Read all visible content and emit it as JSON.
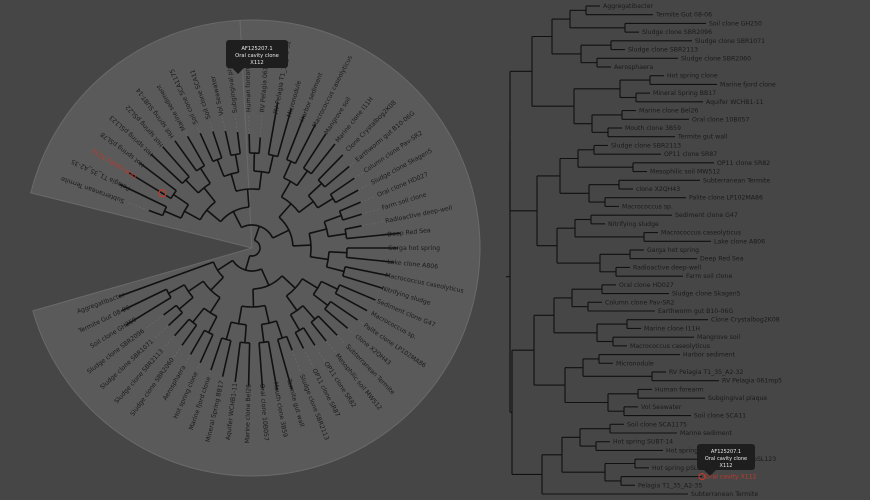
{
  "radial_tree": {
    "leaves": [
      "Subterranean Termite",
      "Pelagia T1_35_A2-35",
      "Oral cavity X112",
      "Hot spring pSL78",
      "Hot spring pSL123",
      "Hot spring pSL22",
      "Hot spring SUBT-14",
      "Marine sediment",
      "Soil clone SCA1175",
      "Soil clone SCA11",
      "Vol Seawater",
      "Subgingival plaque",
      "Human forearm",
      "RV Pelagia 061mp5",
      "RV Pelagia T1_35_A2-32",
      "Micronodule",
      "Harbor sediment",
      "Macrococcus caseolyticus",
      "Mangrove soil",
      "Marine clone I11H",
      "Clone Crystalbog2K08",
      "Earthworm gut B10-06G",
      "Column clone Pav-SR2",
      "Sludge clone Skagen5",
      "Oral clone HD027",
      "Farm soil clone",
      "Radioactive deep-well",
      "Deep Red Sea",
      "Garga hot spring",
      "Lake clone A806",
      "Macrococcus caseolyticus",
      "Nitrifying sludge",
      "Sediment clone G47",
      "Macrococcus sp.",
      "Palite clone LP102MA86",
      "clone X2QH43",
      "Subterranean Termite",
      "Mesophilic soil MW512",
      "OP11 clone SR82",
      "OP11 clone SR87",
      "Sludge clone SBR2113",
      "Termite gut wall",
      "Mouth clone 3B59",
      "Oral clone 10B057",
      "Marine clone Bel26",
      "Aquifer WCHB1-11",
      "Mineral Spring BB17",
      "Marine fjord clone",
      "Hot spring clone",
      "Aerosphaera",
      "Sludge clone SBR2060",
      "Sludge clone SBR2113",
      "Sludge clone SBR1071",
      "Sludge clone SBR2096",
      "Soil clone GH250",
      "Termite Gut 08-06",
      "Aggregatibacter"
    ],
    "highlight_leaf": "Oral cavity X112",
    "tooltip": {
      "line1": "AF125207.1",
      "line2": "Oral cavity clone",
      "line3": "X112"
    }
  },
  "rect_tree": {
    "leaves": [
      "Aggregatibacter",
      "Termite Gut 08-06",
      "Soil clone GH250",
      "Sludge clone SBR2096",
      "Sludge clone SBR1071",
      "Sludge clone SBR2113",
      "Sludge clone SBR2060",
      "Aerosphaera",
      "Hot spring clone",
      "Marine fjord clone",
      "Mineral Spring BB17",
      "Aquifer WCHB1-11",
      "Marine clone Bel26",
      "Oral clone 10B057",
      "Mouth clone 3B59",
      "Termite gut wall",
      "Sludge clone SBR2113",
      "OP11 clone SR87",
      "OP11 clone SR82",
      "Mesophilic soil MW512",
      "Subterranean Termite",
      "clone X2QH43",
      "Palite clone LP102MA86",
      "Macrococcus sp.",
      "Sediment clone G47",
      "Nitrifying sludge",
      "Macrococcus caseolyticus",
      "Lake clone A806",
      "Garga hot spring",
      "Deep Red Sea",
      "Radioactive deep-well",
      "Farm soil clone",
      "Oral clone HD027",
      "Sludge clone Skagen5",
      "Column clone Pav-SR2",
      "Earthworm gut B10-06G",
      "Clone Crystalbog2K08",
      "Marine clone I11H",
      "Mangrove soil",
      "Macrococcus caseolyticus",
      "Harbor sediment",
      "Micronodule",
      "RV Pelagia T1_35_A2-32",
      "RV Pelagia 061mp5",
      "Human forearm",
      "Subgingival plaque",
      "Vol Seawater",
      "Soil clone SCA11",
      "Soil clone SCA1175",
      "Marine sediment",
      "Hot spring SUBT-14",
      "Hot spring pSL22",
      "Hot spring pSL123",
      "Hot spring pSL78",
      "Oral cavity X112",
      "Pelagia T1_35_A2-35",
      "Subterranean Termite"
    ],
    "highlight_leaf": "Oral cavity X112",
    "tooltip": {
      "line1": "AF125207.1",
      "line2": "Oral cavity clone",
      "line3": "X112"
    }
  },
  "colors": {
    "background": "#464646",
    "branch": "#111111",
    "label": "#1a1a1a",
    "highlight": "#c0392b",
    "sector": "#5a5a5a",
    "tooltip_bg": "#1e1e1e",
    "tooltip_text": "#e8e8e8"
  }
}
